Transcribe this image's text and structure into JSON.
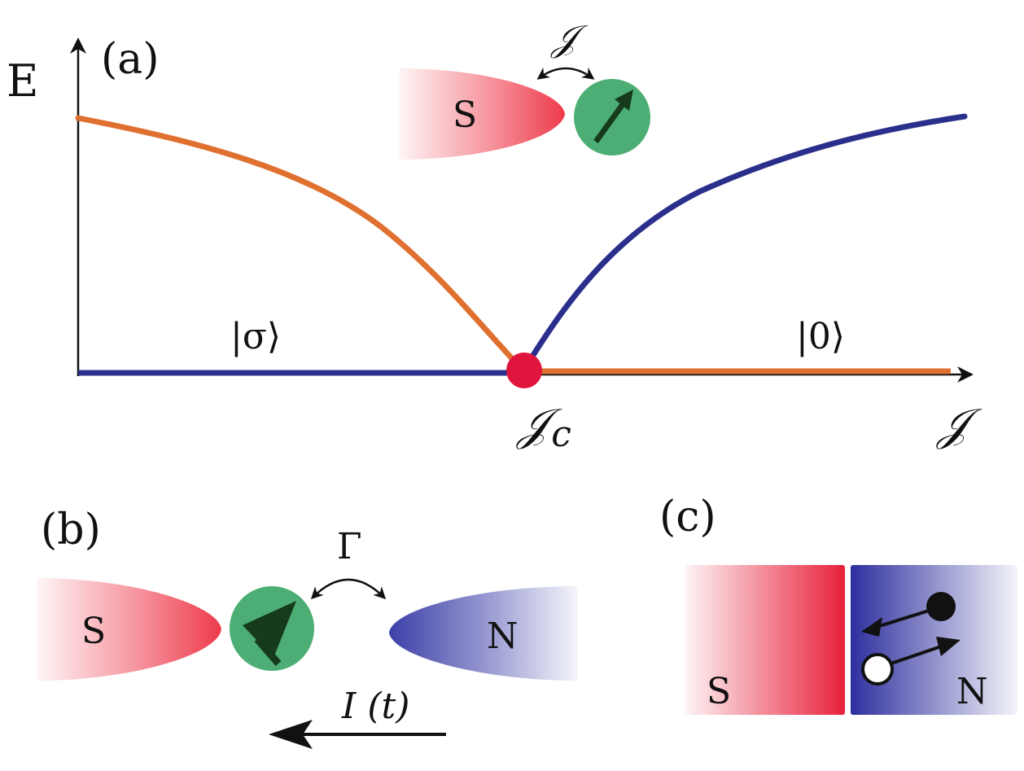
{
  "panel_a": {
    "label": "(a)",
    "y_axis_label": "E",
    "x_axis_label": "𝒥",
    "critical_label_base": "𝒥",
    "critical_label_sub": "c",
    "state_left": "|σ⟩",
    "state_right": "|0⟩",
    "inset_superconductor": "S",
    "inset_coupling": "𝒥"
  },
  "panel_b": {
    "label": "(b)",
    "superconductor": "S",
    "normal_lead": "N",
    "tunneling": "Γ",
    "current": "I (t)"
  },
  "panel_c": {
    "label": "(c)",
    "superconductor": "S",
    "normal_lead": "N"
  },
  "colors": {
    "orange_curve": "#e07030",
    "blue_curve": "#2a2f8c",
    "critical_point": "#e0153e",
    "superconductor_red": "#ee3b4c",
    "normal_blue": "#3d40a8",
    "spin_green": "#4cae74",
    "arrow_dark": "#163a1c"
  }
}
